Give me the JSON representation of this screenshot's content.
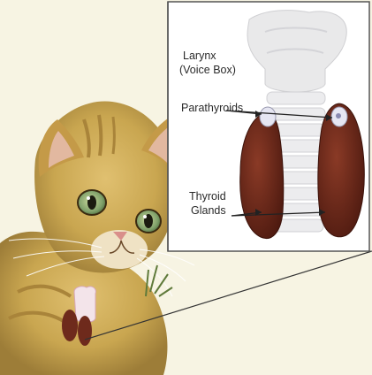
{
  "labels": {
    "larynx": "Larynx",
    "voice_box": "(Voice Box)",
    "parathyroids": "Parathyroids",
    "thyroid": "Thyroid",
    "glands": "Glands"
  },
  "colors": {
    "background": "#f7f4e3",
    "inset_frame": "#555555",
    "inset_fill": "#ffffff",
    "cartilage": "#e9e9ea",
    "thyroid_gland": "#6e2a1c",
    "parathyroid_spot": "#e6e6f2",
    "cat_fur": "#c9a650",
    "cat_stripe": "#a9843a",
    "cat_eye": "#7fa06a",
    "cat_nose": "#d98f8a"
  }
}
